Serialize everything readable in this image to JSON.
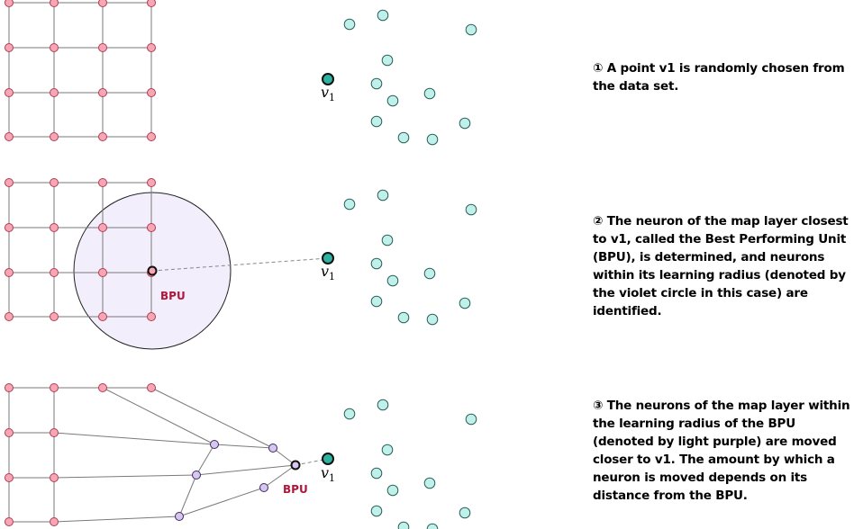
{
  "steps": [
    {
      "text": "① A point v1 is randomly chosen from the data set."
    },
    {
      "text": "② The neuron of the map layer closest to v1, called the Best Performing Unit (BPU), is determined, and neurons within its learning radius (denoted by the violet circle in this case) are identified."
    },
    {
      "text": "③ The neurons of the map layer within the learning radius of the BPU (denoted by light purple) are moved closer to v1. The amount by which a neuron is moved depends on its distance from the BPU."
    }
  ],
  "labels": {
    "v1": "v",
    "v1_sub": "1",
    "bpu": "BPU"
  },
  "colors": {
    "node_fill": "#f7a7b4",
    "node_stroke": "#b03a55",
    "data_fill": "#bff0ea",
    "data_stroke": "#2a5f5a",
    "selected_fill": "#2db3a2",
    "moved_fill": "#d6c6f0",
    "radius_fill": "#f3eefb",
    "bpu_label": "#b0163c"
  }
}
